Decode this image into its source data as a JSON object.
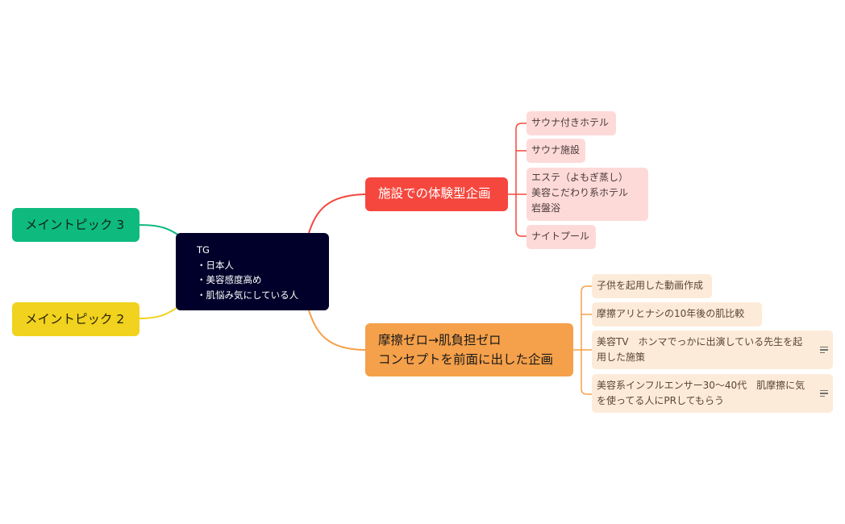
{
  "center": {
    "title": "TG",
    "items": [
      "・日本人",
      "・美容感度高め",
      "・肌悩み気にしている人"
    ]
  },
  "topics": {
    "red": {
      "label": "施設での体験型企画",
      "color": "#f5473e",
      "subtopics": [
        {
          "lines": [
            "サウナ付きホテル"
          ]
        },
        {
          "lines": [
            "サウナ施設"
          ]
        },
        {
          "lines": [
            "エステ（よもぎ蒸し）",
            "美容こだわり系ホテル",
            "岩盤浴"
          ]
        },
        {
          "lines": [
            "ナイトプール"
          ]
        }
      ]
    },
    "orange": {
      "label_lines": [
        "摩擦ゼロ→肌負担ゼロ",
        "コンセプトを前面に出した企画"
      ],
      "color": "#f5a04a",
      "subtopics": [
        {
          "lines": [
            "子供を起用した動画作成"
          ]
        },
        {
          "lines": [
            "摩擦アリとナシの10年後の肌比較"
          ]
        },
        {
          "lines": [
            "美容TV　ホンマでっかに出演している先生を起",
            "用した施策"
          ],
          "icon": "note-icon"
        },
        {
          "lines": [
            "美容系インフルエンサー30〜40代　肌摩擦に気",
            "を使ってる人にPRしてもらう"
          ],
          "icon": "note-icon"
        }
      ]
    },
    "green": {
      "label": "メイントピック 3",
      "color": "#0fba7f"
    },
    "yellow": {
      "label": "メイントピック 2",
      "color": "#f1d21e"
    }
  }
}
